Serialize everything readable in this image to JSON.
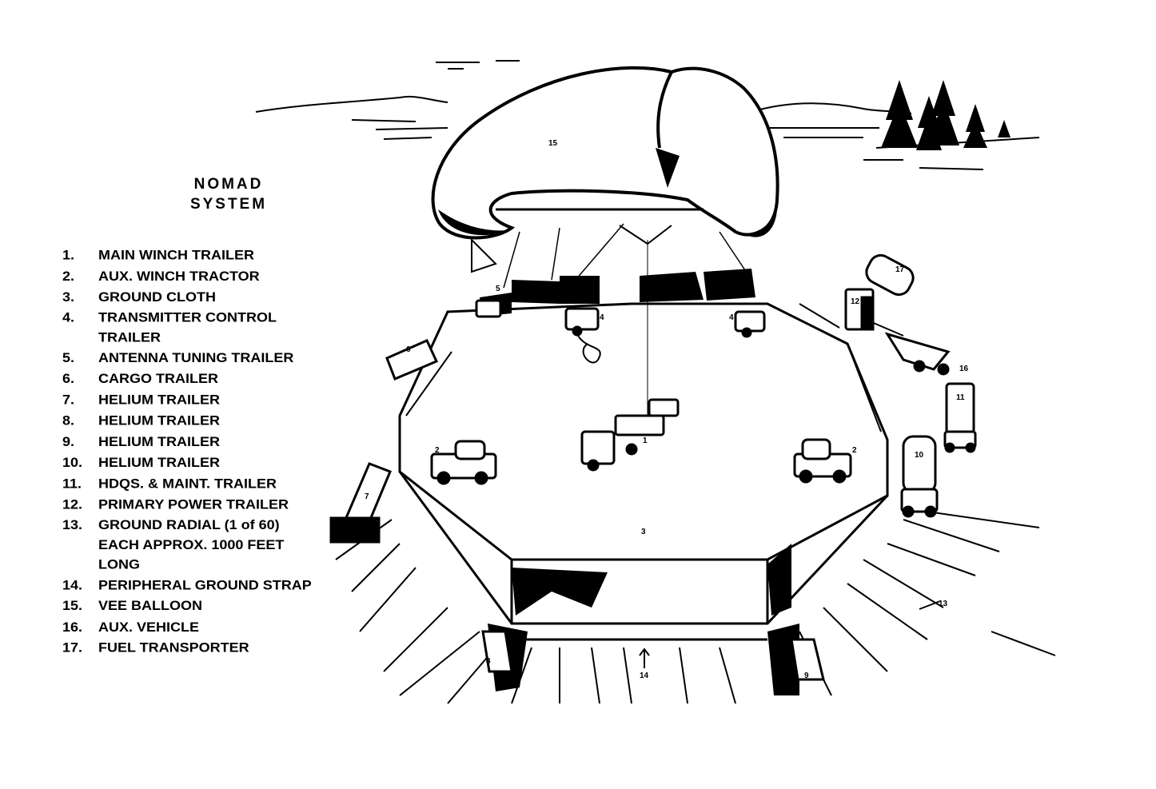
{
  "title": {
    "line1": "NOMAD",
    "line2": "SYSTEM"
  },
  "legend": [
    {
      "num": "1.",
      "text": "MAIN WINCH TRAILER"
    },
    {
      "num": "2.",
      "text": "AUX. WINCH TRACTOR"
    },
    {
      "num": "3.",
      "text": "GROUND CLOTH"
    },
    {
      "num": "4.",
      "text": "TRANSMITTER CONTROL\nTRAILER"
    },
    {
      "num": "5.",
      "text": "ANTENNA TUNING TRAILER"
    },
    {
      "num": "6.",
      "text": "CARGO TRAILER"
    },
    {
      "num": "7.",
      "text": "HELIUM TRAILER"
    },
    {
      "num": "8.",
      "text": "HELIUM TRAILER"
    },
    {
      "num": "9.",
      "text": "HELIUM TRAILER"
    },
    {
      "num": "10.",
      "text": "HELIUM TRAILER"
    },
    {
      "num": "11.",
      "text": "HDQS. & MAINT. TRAILER"
    },
    {
      "num": "12.",
      "text": "PRIMARY POWER TRAILER"
    },
    {
      "num": "13.",
      "text": "GROUND RADIAL (1 of 60)\nEACH APPROX. 1000 FEET\nLONG"
    },
    {
      "num": "14.",
      "text": "PERIPHERAL GROUND STRAP"
    },
    {
      "num": "15.",
      "text": "VEE BALLOON"
    },
    {
      "num": "16.",
      "text": "AUX. VEHICLE"
    },
    {
      "num": "17.",
      "text": "FUEL TRANSPORTER"
    }
  ],
  "callouts": {
    "balloon": "15",
    "winch": "1",
    "tractor_left": "2",
    "tractor_right": "2",
    "cloth": "3",
    "transmitter_left": "4",
    "transmitter_right": "4",
    "antenna": "5",
    "cargo": "6",
    "helium_7": "7",
    "helium_8": "8",
    "helium_9": "9",
    "helium_10": "10",
    "hdqs": "11",
    "power": "12",
    "radial": "13",
    "strap": "14",
    "aux_vehicle": "16",
    "fuel": "17"
  }
}
